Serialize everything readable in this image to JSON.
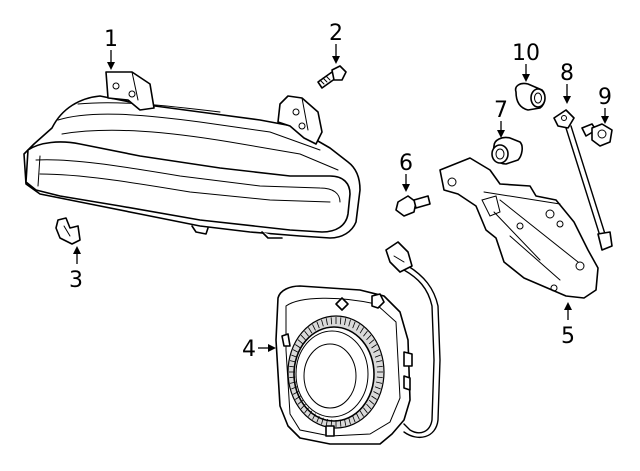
{
  "callouts": [
    {
      "id": "1",
      "text": "1"
    },
    {
      "id": "2",
      "text": "2"
    },
    {
      "id": "3",
      "text": "3"
    },
    {
      "id": "4",
      "text": "4"
    },
    {
      "id": "5",
      "text": "5"
    },
    {
      "id": "6",
      "text": "6"
    },
    {
      "id": "7",
      "text": "7"
    },
    {
      "id": "8",
      "text": "8"
    },
    {
      "id": "9",
      "text": "9"
    },
    {
      "id": "10",
      "text": "10"
    }
  ],
  "parts": [
    "headlamp-assembly",
    "screw",
    "clip",
    "fog-lamp",
    "mounting-bracket",
    "bolt",
    "grommet",
    "support-rod",
    "bolt",
    "bushing"
  ]
}
